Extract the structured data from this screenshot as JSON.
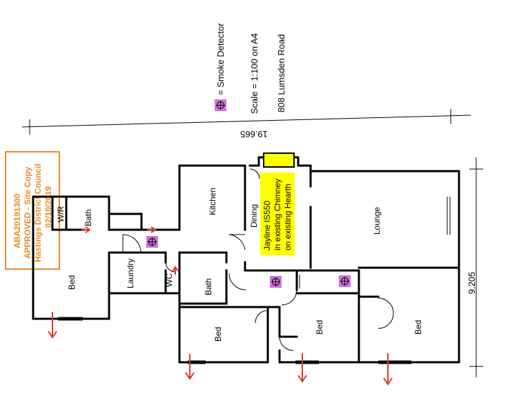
{
  "legend": {
    "smoke_detector_label": "= Smoke Detector",
    "scale": "Scale = 1:100 on A4",
    "address": "808 Lumsden Road"
  },
  "dimensions": {
    "width": "19.665",
    "depth": "9.205"
  },
  "stamp": {
    "line1": "ABA20191300",
    "line2": "APPROVED - Site Copy",
    "line3": "Hastings District Council",
    "line4": "02/10/2019"
  },
  "note": {
    "line1": "Jayline IS550",
    "line2": "in existing Chimney",
    "line3": "on existing Hearth"
  },
  "rooms": {
    "kitchen": "Kitchen",
    "dining": "Dining",
    "lounge": "Lounge",
    "bath_top": "Bath",
    "wr": "W/R",
    "laundry": "Laundry",
    "wc": "WC",
    "bath_mid": "Bath",
    "bed_left": "Bed",
    "bed_mid1": "Bed",
    "bed_mid2": "Bed",
    "bed_right": "Bed"
  },
  "colors": {
    "detector": "#d070e0",
    "stamp": "#e8892a",
    "note_bg": "#ffff00",
    "arrow": "#d93a2b",
    "chimney": "#ffff00"
  }
}
